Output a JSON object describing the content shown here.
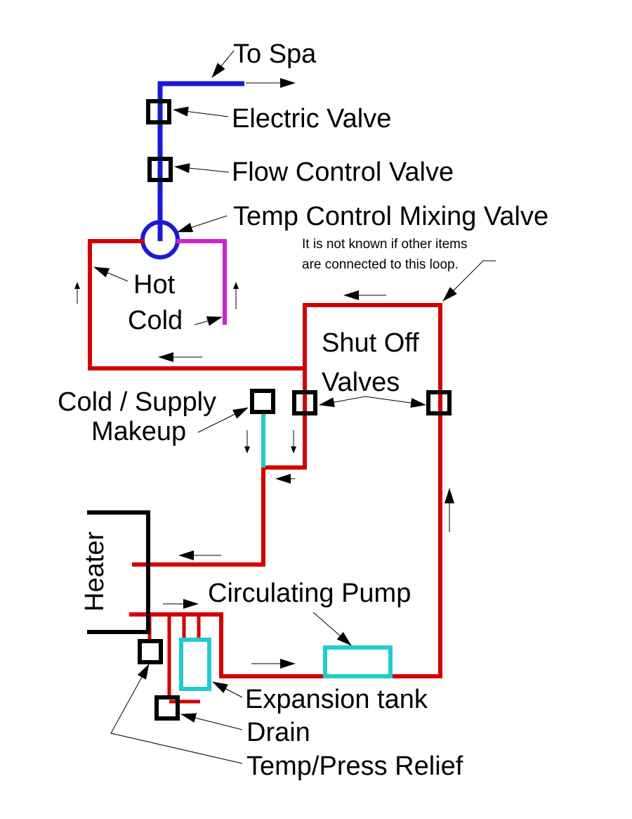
{
  "labels": {
    "to_spa": "To Spa",
    "electric_valve": "Electric Valve",
    "flow_control_valve": "Flow Control Valve",
    "temp_control_mixing_valve": "Temp Control Mixing Valve",
    "note_line1": "It is not known if other items",
    "note_line2": "are connected to this loop.",
    "hot": "Hot",
    "cold": "Cold",
    "shut_off": "Shut Off",
    "valves": "Valves",
    "cold_supply": "Cold / Supply",
    "makeup": "Makeup",
    "heater": "Heater",
    "circulating_pump": "Circulating Pump",
    "expansion_tank": "Expansion tank",
    "drain": "Drain",
    "temp_press_relief": "Temp/Press Relief"
  },
  "colors": {
    "spa_line": "#1a1ad4",
    "loop_line": "#d40000",
    "cold_line": "#cc22cc",
    "supply_line": "#22cccc",
    "component": "#000000"
  }
}
